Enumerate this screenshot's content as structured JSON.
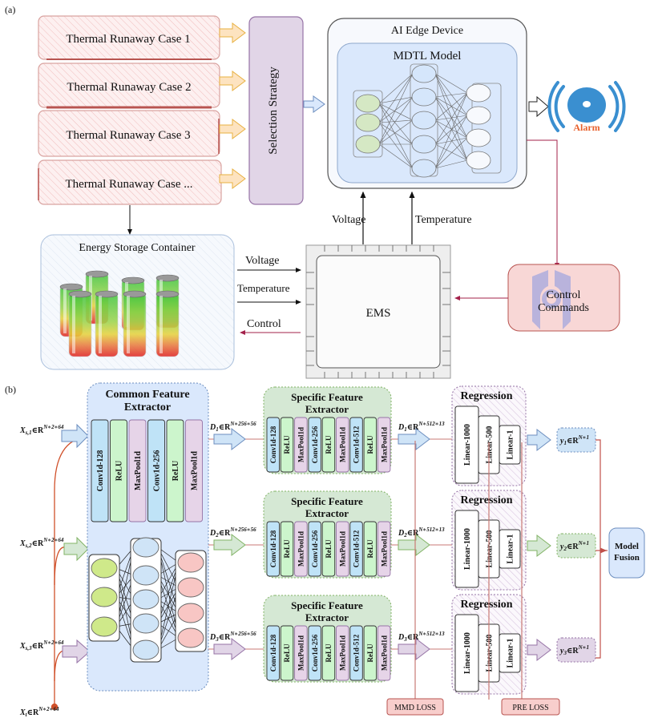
{
  "panel_a": {
    "label": "(a)",
    "cases": [
      "Thermal Runaway Case 1",
      "Thermal Runaway Case 2",
      "Thermal Runaway Case 3",
      "Thermal Runaway Case ..."
    ],
    "selection_strategy": "Selection Strategy",
    "edge_device_title": "AI Edge Device",
    "model_title": "MDTL Model",
    "alarm_label": "Alarm",
    "storage_title": "Energy Storage Container",
    "ems_label": "EMS",
    "control_commands": [
      "Control",
      "Commands"
    ],
    "signals": {
      "voltage_up": "Voltage",
      "temperature_up": "Temperature",
      "voltage_in": "Voltage",
      "temperature_in": "Temperature",
      "control_out": "Control"
    },
    "colors": {
      "case_fill": "#fbe6e6",
      "case_border": "#b85450",
      "selection_fill": "#e1d5e7",
      "edge_fill": "#f5f8fd",
      "model_fill": "#dae8fc",
      "alarm": "#3a8fd0",
      "alarm_text": "#e8602c",
      "control_fill": "#f8cecc"
    }
  },
  "panel_b": {
    "label": "(b)",
    "common_title": [
      "Common Feature",
      "Extractor"
    ],
    "common_layers": [
      "Conv1d-128",
      "ReLU",
      "MaxPool1d",
      "Conv1d-256",
      "ReLU",
      "MaxPool1d"
    ],
    "specific_title": [
      "Specific Feature",
      "Extractor"
    ],
    "specific_layers": [
      "Conv1d-128",
      "ReLU",
      "MaxPool1d",
      "Conv1d-256",
      "ReLU",
      "MaxPool1d",
      "Conv1d-512",
      "ReLU",
      "MaxPool1d"
    ],
    "regression_title": "Regression",
    "regression_layers": [
      "Linear-1000",
      "Linear-500",
      "Linear-1"
    ],
    "inputs": [
      {
        "base": "X",
        "sub": "s,1",
        "set": "∈R",
        "sup": "N∗2∗64"
      },
      {
        "base": "X",
        "sub": "s,2",
        "set": "∈R",
        "sup": "N∗2∗64"
      },
      {
        "base": "X",
        "sub": "s,3",
        "set": "∈R",
        "sup": "N∗2∗64"
      },
      {
        "base": "X",
        "sub": "t",
        "set": "∈R",
        "sup": "N∗2∗64"
      }
    ],
    "common_outputs": [
      {
        "base": "D",
        "sub": "1",
        "set": "∈R",
        "sup": "N∗256∗56"
      },
      {
        "base": "D",
        "sub": "2",
        "set": "∈R",
        "sup": "N∗256∗56"
      },
      {
        "base": "D",
        "sub": "3",
        "set": "∈R",
        "sup": "N∗256∗56"
      }
    ],
    "specific_outputs": [
      {
        "base": "D",
        "sub": "1",
        "set": "∈R",
        "sup": "N∗512∗13"
      },
      {
        "base": "D",
        "sub": "2",
        "set": "∈R",
        "sup": "N∗512∗13"
      },
      {
        "base": "D",
        "sub": "3",
        "set": "∈R",
        "sup": "N∗512∗13"
      }
    ],
    "predictions": [
      {
        "base": "y",
        "sub": "1",
        "set": "∈R",
        "sup": "N∗1"
      },
      {
        "base": "y",
        "sub": "2",
        "set": "∈R",
        "sup": "N∗1"
      },
      {
        "base": "y",
        "sub": "3",
        "set": "∈R",
        "sup": "N∗1"
      }
    ],
    "model_fusion": [
      "Model",
      "Fusion"
    ],
    "mmd_loss": "MMD LOSS",
    "pre_loss": "PRE LOSS",
    "colors": {
      "conv": "#bfe3f7",
      "relu": "#ccf5cc",
      "pool": "#e6d4e8",
      "common_bg": "#dae8fc",
      "specific_bg": "#d5e8d4",
      "branch1": "#cfe4f7",
      "branch2": "#d5e8d4",
      "branch3": "#e1d5e7",
      "loss_fill": "#f8cecc",
      "line": "#c97a74",
      "input_line": "#d0502a"
    }
  }
}
